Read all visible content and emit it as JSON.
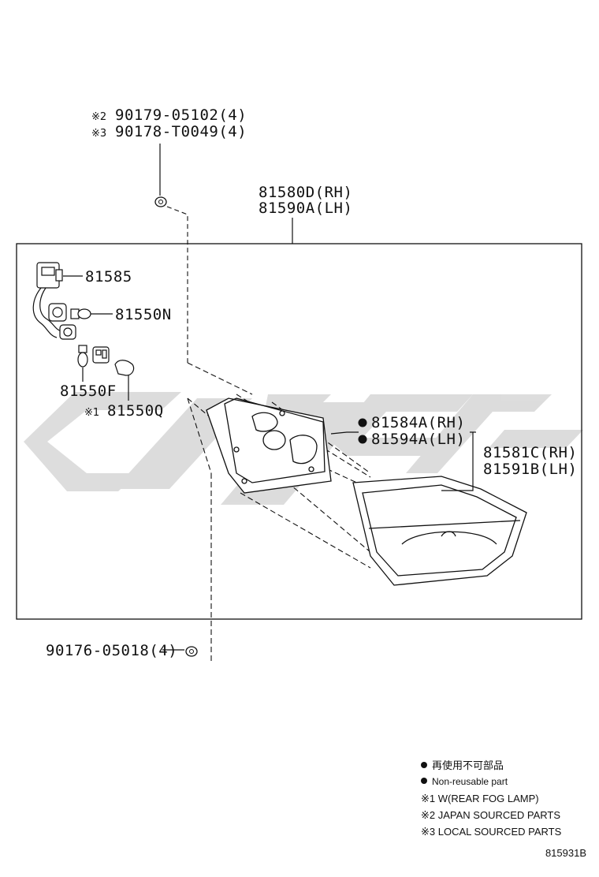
{
  "labels": {
    "screw_top_a_mark": "※2",
    "screw_top_a": "90179-05102(4)",
    "screw_top_b_mark": "※3",
    "screw_top_b": "90178-T0049(4)",
    "lamp_assy_rh": "81580D(RH)",
    "lamp_assy_lh": "81590A(LH)",
    "socket_wire": "81585",
    "bulb_n": "81550N",
    "bulb_f": "81550F",
    "bulb_q_mark": "※1",
    "bulb_q": "81550Q",
    "gasket_rh": "81584A(RH)",
    "gasket_lh": "81594A(LH)",
    "lens_rh": "81581C(RH)",
    "lens_lh": "81591B(LH)",
    "screw_bottom": "90176-05018(4)"
  },
  "legend": {
    "items": [
      "再使用不可部品",
      "Non-reusable part",
      "※1  W(REAR FOG LAMP)",
      "※2 JAPAN SOURCED PARTS",
      "※3 LOCAL SOURCED PARTS"
    ]
  },
  "figure_code": "815931B",
  "colors": {
    "line": "#111111",
    "watermark": "#d9d9d9"
  }
}
